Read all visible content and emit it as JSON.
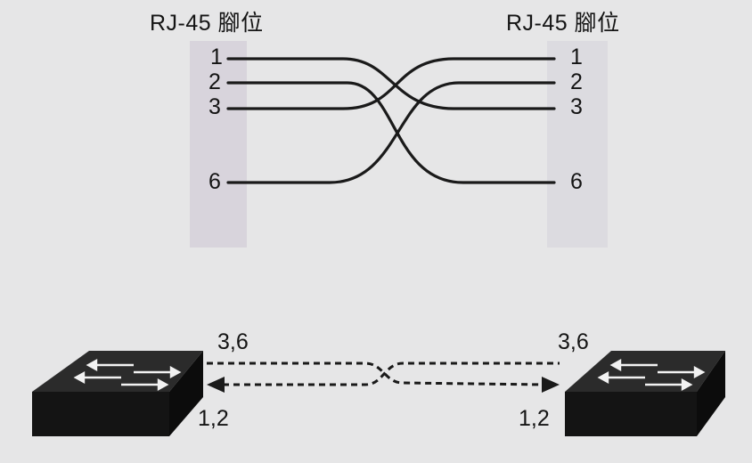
{
  "left_header": "RJ-45 腳位",
  "right_header": "RJ-45 腳位",
  "left_pins": [
    "1",
    "2",
    "3",
    "6"
  ],
  "right_pins": [
    "1",
    "2",
    "3",
    "6"
  ],
  "top_left_label": "3,6",
  "top_right_label": "3,6",
  "bottom_left_label": "1,2",
  "bottom_right_label": "1,2",
  "colors": {
    "background": "#e6e6e7",
    "connector_strip": "#d8d4dc",
    "wire": "#1a1a1a",
    "switch_top": "#2a2a2a",
    "switch_front": "#151515"
  },
  "icons": [
    "switch-icon",
    "switch-icon"
  ]
}
